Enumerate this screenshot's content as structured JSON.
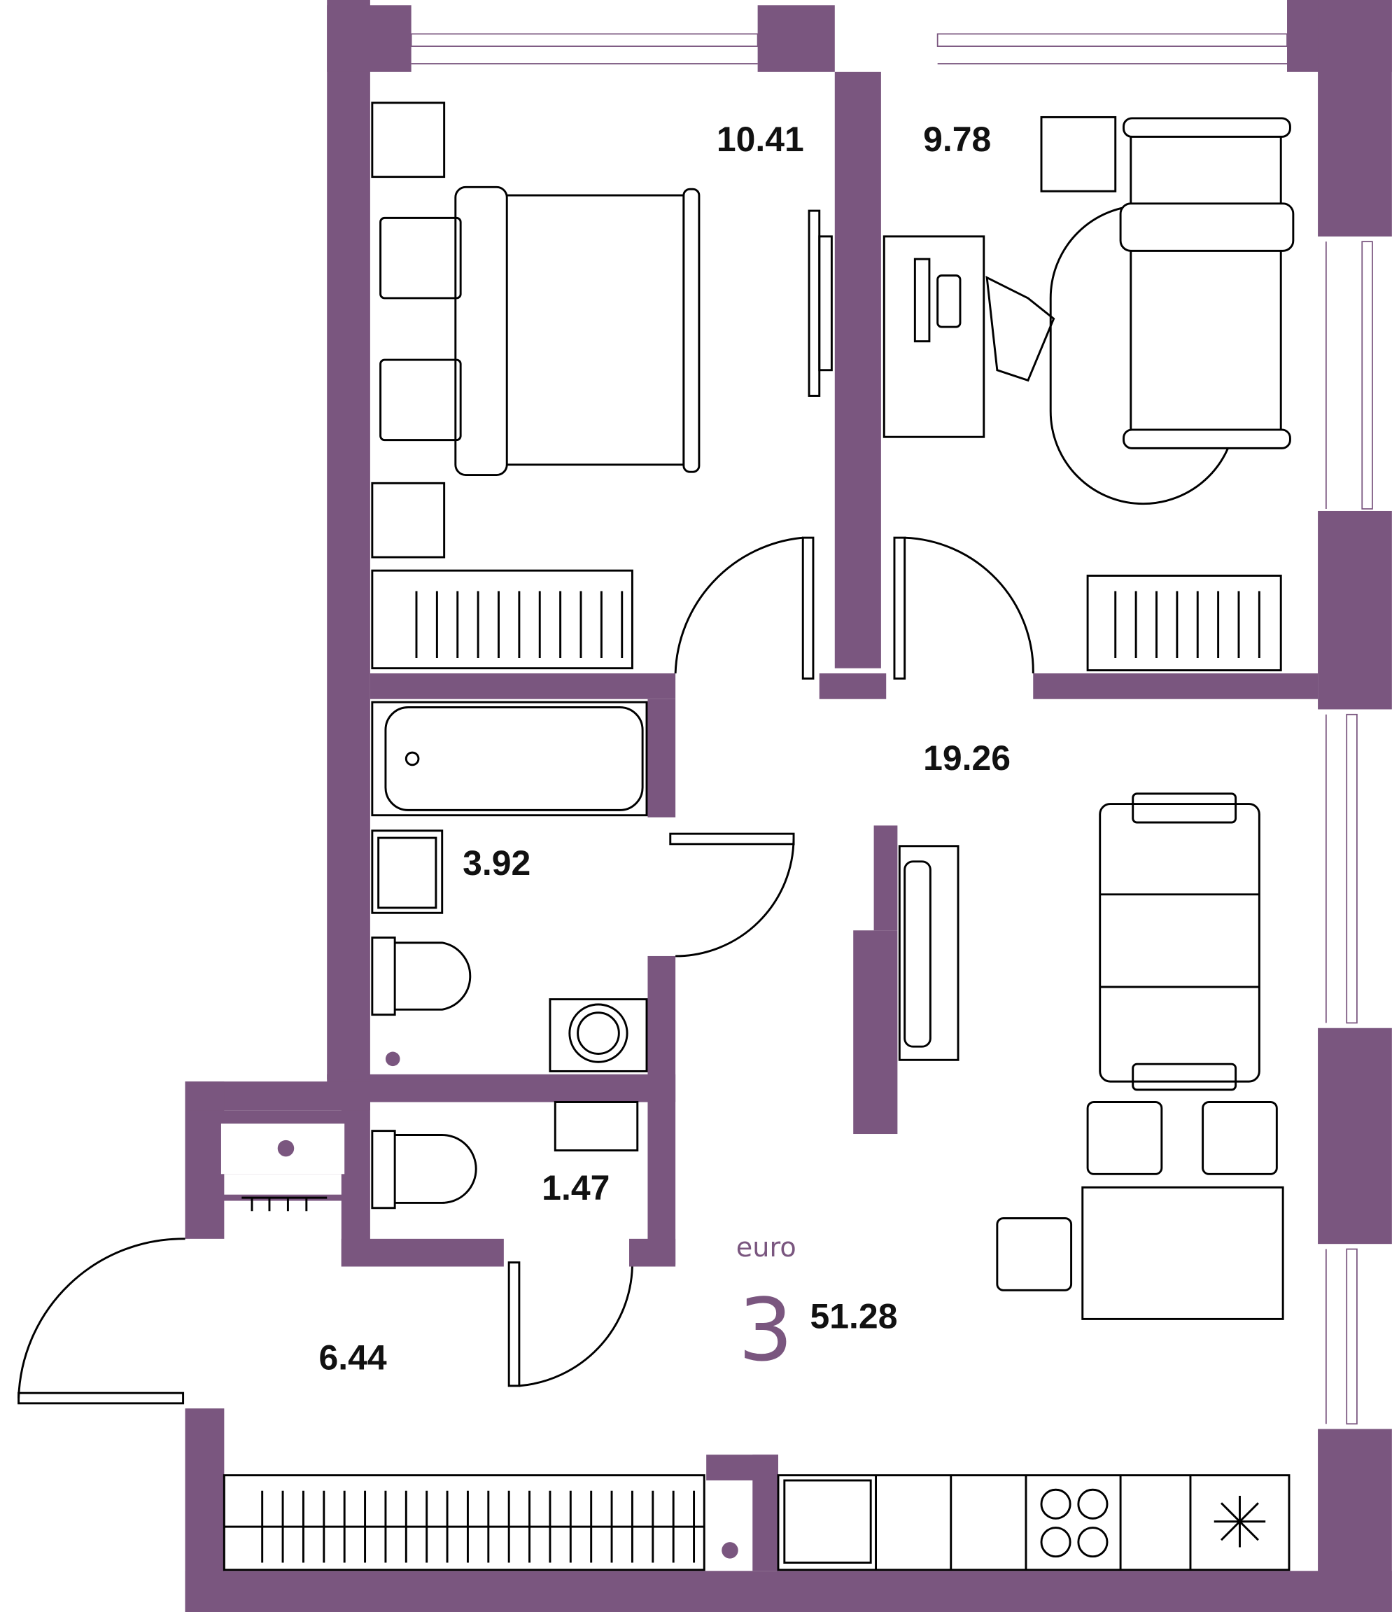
{
  "plan": {
    "rooms": [
      {
        "name": "bedroom-1",
        "area": "10.41"
      },
      {
        "name": "bedroom-2",
        "area": "9.78"
      },
      {
        "name": "living-kitchen",
        "area": "19.26"
      },
      {
        "name": "bathroom",
        "area": "3.92"
      },
      {
        "name": "wc",
        "area": "1.47"
      },
      {
        "name": "hallway",
        "area": "6.44"
      }
    ],
    "type_label": "euro",
    "room_count": "3",
    "total_area": "51.28",
    "colors": {
      "wall": "#7a567f",
      "line": "#000000"
    }
  }
}
